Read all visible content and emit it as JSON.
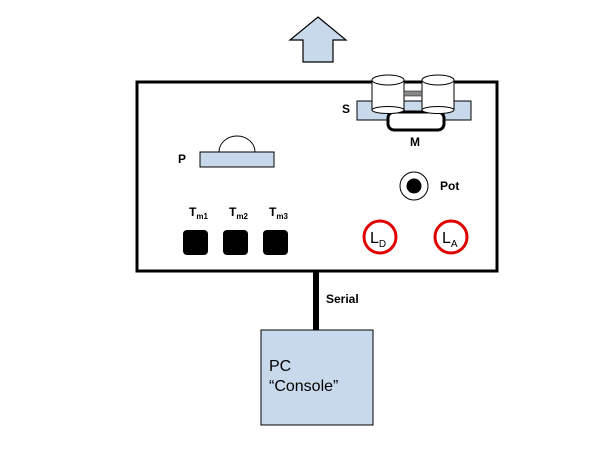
{
  "colors": {
    "component_fill": "#c9d9ec",
    "outline": "#000000",
    "led_ring": "#e00000",
    "background": "#ffffff"
  },
  "icons": {
    "up_arrow": "up-arrow-icon",
    "led": "led-icon",
    "button": "push-button-icon",
    "pot": "knob-icon"
  },
  "board": {
    "sensor_label": "S",
    "motor_label": "M",
    "part_p_label": "P",
    "pot_label": "Pot",
    "buttons": [
      {
        "main": "T",
        "sub": "m1"
      },
      {
        "main": "T",
        "sub": "m2"
      },
      {
        "main": "T",
        "sub": "m3"
      }
    ],
    "leds": [
      {
        "main": "L",
        "sub": "D"
      },
      {
        "main": "L",
        "sub": "A"
      }
    ]
  },
  "connection": {
    "label": "Serial"
  },
  "pc": {
    "line1": "PC",
    "line2": "“Console”"
  }
}
